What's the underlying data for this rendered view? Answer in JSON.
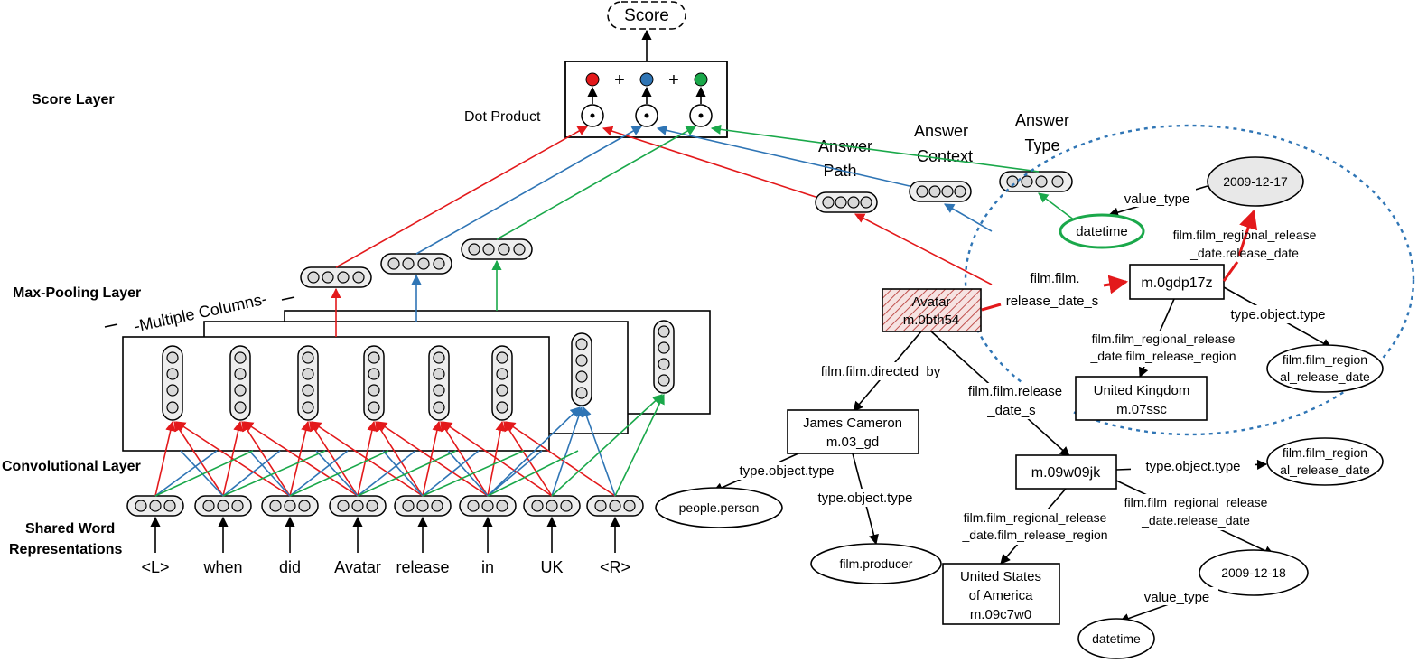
{
  "title_node": "Score",
  "layers": {
    "score": "Score Layer",
    "maxpool": "Max-Pooling Layer",
    "conv": "Convolutional Layer",
    "shared_line1": "Shared Word",
    "shared_line2": "Representations"
  },
  "dot_product_label": "Dot Product",
  "plus_sign": "+",
  "multiple_columns": "-Multiple Columns-",
  "answer_labels": {
    "path": [
      "Answer",
      "Path"
    ],
    "context": [
      "Answer",
      "Context"
    ],
    "type": [
      "Answer",
      "Type"
    ]
  },
  "words": [
    "<L>",
    "when",
    "did",
    "Avatar",
    "release",
    "in",
    "UK",
    "<R>"
  ],
  "kb": {
    "avatar": [
      "Avatar",
      "m.0bth54"
    ],
    "m0gdp17z": "m.0gdp17z",
    "date1": "2009-12-17",
    "datetime1": "datetime",
    "value_type1": "value_type",
    "release_date_edge_a": "film.film_regional_release",
    "release_date_edge_b": "_date.release_date",
    "release_date_s_a": "film.film.",
    "release_date_s_b": "release_date_s",
    "type_object_type": "type.object.type",
    "film_region_a": "film.film_region",
    "film_region_b": "al_release_date",
    "region_edge_a": "film.film_regional_release",
    "region_edge_b": "_date.film_release_region",
    "uk": [
      "United Kingdom",
      "m.07ssc"
    ],
    "directed_by": "film.film.directed_by",
    "james": [
      "James Cameron",
      "m.03_gd"
    ],
    "film_release_a": "film.film.release",
    "film_release_b": "_date_s",
    "type_object_type2": "type.object.type",
    "people_person": "people.person",
    "type_object_type3": "type.object.type",
    "film_producer": "film.producer",
    "m09w09jk": "m.09w09jk",
    "type_object_type4": "type.object.type",
    "film_region2_a": "film.film_region",
    "film_region2_b": "al_release_date",
    "release_date2_a": "film.film_regional_release",
    "release_date2_b": "_date.release_date",
    "region2_a": "film.film_regional_release",
    "region2_b": "_date.film_release_region",
    "usa": [
      "United States",
      "of America",
      "m.09c7w0"
    ],
    "date2": "2009-12-18",
    "value_type2": "value_type",
    "datetime2": "datetime"
  },
  "colors": {
    "red": "#e3191b",
    "blue": "#2f75b5",
    "green": "#1aa84a",
    "ellipse_dash": "#2f75b5",
    "avatar_hatch": "#c0504d"
  }
}
